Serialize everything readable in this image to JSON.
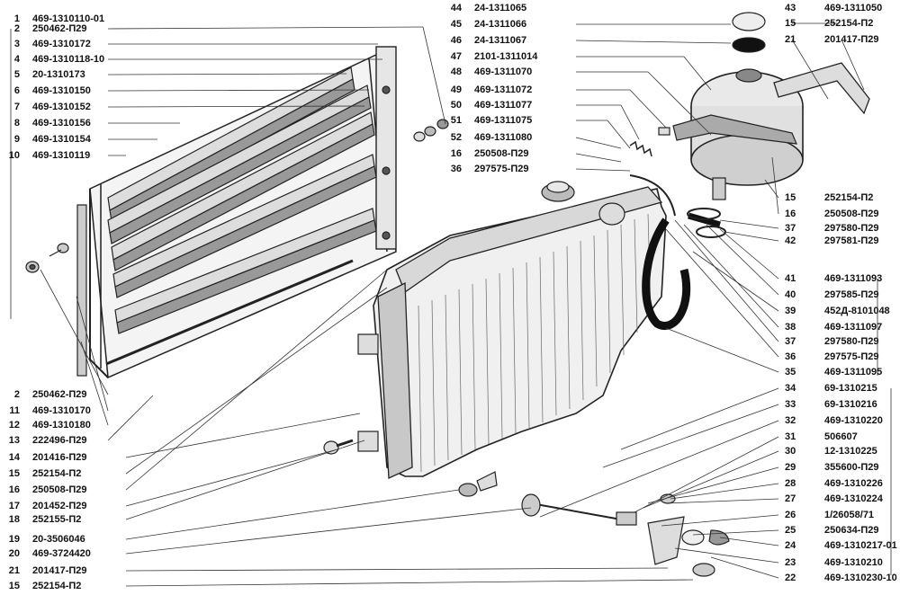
{
  "left_callouts": [
    {
      "num": "1",
      "code": "469-1310110-01"
    },
    {
      "num": "2",
      "code": "250462-П29"
    },
    {
      "num": "3",
      "code": "469-1310172"
    },
    {
      "num": "4",
      "code": "469-1310118-10"
    },
    {
      "num": "5",
      "code": "20-1310173"
    },
    {
      "num": "6",
      "code": "469-1310150"
    },
    {
      "num": "7",
      "code": "469-1310152"
    },
    {
      "num": "8",
      "code": "469-1310156"
    },
    {
      "num": "9",
      "code": "469-1310154"
    },
    {
      "num": "10",
      "code": "469-1310119"
    }
  ],
  "bottom_left_callouts": [
    {
      "num": "2",
      "code": "250462-П29"
    },
    {
      "num": "11",
      "code": "469-1310170"
    },
    {
      "num": "12",
      "code": "469-1310180"
    },
    {
      "num": "13",
      "code": "222496-П29"
    },
    {
      "num": "14",
      "code": "201416-П29"
    },
    {
      "num": "15",
      "code": "252154-П2"
    },
    {
      "num": "16",
      "code": "250508-П29"
    },
    {
      "num": "17",
      "code": "201452-П29"
    },
    {
      "num": "18",
      "code": "252155-П2"
    },
    {
      "num": "19",
      "code": "20-3506046"
    },
    {
      "num": "20",
      "code": "469-3724420"
    },
    {
      "num": "21",
      "code": "201417-П29"
    },
    {
      "num": "15",
      "code": "252154-П2"
    }
  ],
  "middle_callouts": [
    {
      "num": "44",
      "code": "24-1311065"
    },
    {
      "num": "45",
      "code": "24-1311066"
    },
    {
      "num": "46",
      "code": "24-1311067"
    },
    {
      "num": "47",
      "code": "2101-1311014"
    },
    {
      "num": "48",
      "code": "469-1311070"
    },
    {
      "num": "49",
      "code": "469-1311072"
    },
    {
      "num": "50",
      "code": "469-1311077"
    },
    {
      "num": "51",
      "code": "469-1311075"
    },
    {
      "num": "52",
      "code": "469-1311080"
    },
    {
      "num": "16",
      "code": "250508-П29"
    },
    {
      "num": "36",
      "code": "297575-П29"
    }
  ],
  "top_right_callouts": [
    {
      "num": "43",
      "code": "469-1311050"
    },
    {
      "num": "15",
      "code": "252154-П2"
    },
    {
      "num": "21",
      "code": "201417-П29"
    }
  ],
  "right_upper_callouts": [
    {
      "num": "15",
      "code": "252154-П2"
    },
    {
      "num": "16",
      "code": "250508-П29"
    },
    {
      "num": "37",
      "code": "297580-П29"
    },
    {
      "num": "42",
      "code": "297581-П29"
    }
  ],
  "right_callouts": [
    {
      "num": "41",
      "code": "469-1311093"
    },
    {
      "num": "40",
      "code": "297585-П29"
    },
    {
      "num": "39",
      "code": "452Д-8101048"
    },
    {
      "num": "38",
      "code": "469-1311097"
    },
    {
      "num": "37",
      "code": "297580-П29"
    },
    {
      "num": "36",
      "code": "297575-П29"
    },
    {
      "num": "35",
      "code": "469-1311095"
    },
    {
      "num": "34",
      "code": "69-1310215"
    },
    {
      "num": "33",
      "code": "69-1310216"
    },
    {
      "num": "32",
      "code": "469-1310220"
    },
    {
      "num": "31",
      "code": "506607"
    },
    {
      "num": "30",
      "code": "12-1310225"
    },
    {
      "num": "29",
      "code": "355600-П29"
    },
    {
      "num": "28",
      "code": "469-1310226"
    },
    {
      "num": "27",
      "code": "469-1310224"
    },
    {
      "num": "26",
      "code": "1/26058/71"
    },
    {
      "num": "25",
      "code": "250634-П29"
    },
    {
      "num": "24",
      "code": "469-1310217-01"
    },
    {
      "num": "23",
      "code": "469-1310210"
    },
    {
      "num": "22",
      "code": "469-1310230-10"
    }
  ]
}
